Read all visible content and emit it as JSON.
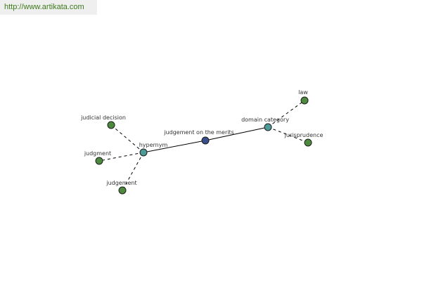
{
  "header": {
    "url": "http://www.artikata.com"
  },
  "colors": {
    "center": "#3a4e8c",
    "relation": "#4d9a96",
    "leaf": "#4e8a3e",
    "url_text": "#3d7a1c"
  },
  "graph": {
    "center": {
      "label": "judgement on the merits"
    },
    "relations": {
      "hypernym": "hypernym",
      "domain_category": "domain category"
    },
    "terms": {
      "judicial_decision": "judicial decision",
      "judgment": "judgment",
      "judgement": "judgement",
      "law": "law",
      "jurisprudence": "jurisprudence"
    }
  }
}
